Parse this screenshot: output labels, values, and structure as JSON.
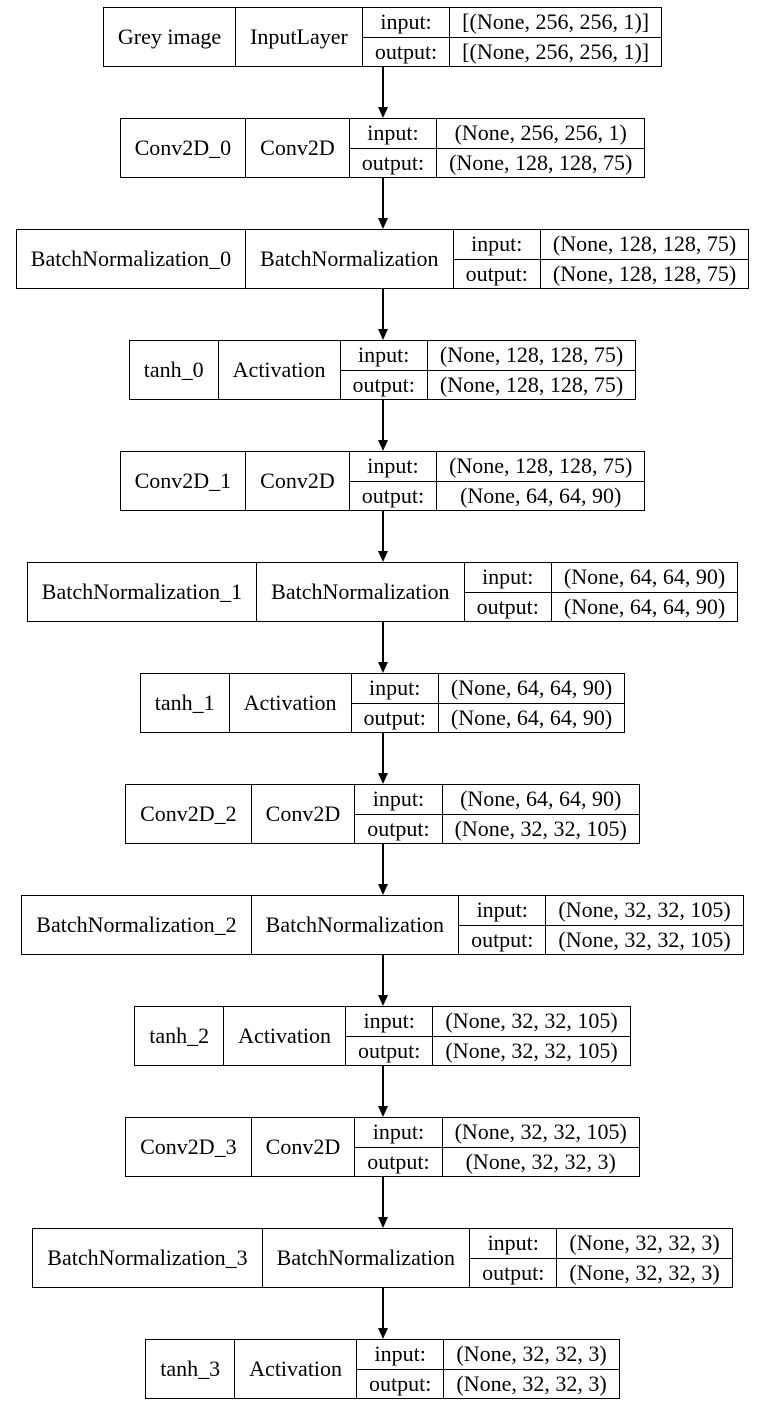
{
  "diagram": {
    "labels": {
      "input": "input:",
      "output": "output:"
    },
    "nodes": [
      {
        "name": "Grey image",
        "type": "InputLayer",
        "input": "[(None, 256, 256, 1)]",
        "output": "[(None, 256, 256, 1)]"
      },
      {
        "name": "Conv2D_0",
        "type": "Conv2D",
        "input": "(None, 256, 256, 1)",
        "output": "(None, 128, 128, 75)"
      },
      {
        "name": "BatchNormalization_0",
        "type": "BatchNormalization",
        "input": "(None, 128, 128, 75)",
        "output": "(None, 128, 128, 75)"
      },
      {
        "name": "tanh_0",
        "type": "Activation",
        "input": "(None, 128, 128, 75)",
        "output": "(None, 128, 128, 75)"
      },
      {
        "name": "Conv2D_1",
        "type": "Conv2D",
        "input": "(None, 128, 128, 75)",
        "output": "(None, 64, 64, 90)"
      },
      {
        "name": "BatchNormalization_1",
        "type": "BatchNormalization",
        "input": "(None, 64, 64, 90)",
        "output": "(None, 64, 64, 90)"
      },
      {
        "name": "tanh_1",
        "type": "Activation",
        "input": "(None, 64, 64, 90)",
        "output": "(None, 64, 64, 90)"
      },
      {
        "name": "Conv2D_2",
        "type": "Conv2D",
        "input": "(None, 64, 64, 90)",
        "output": "(None, 32, 32, 105)"
      },
      {
        "name": "BatchNormalization_2",
        "type": "BatchNormalization",
        "input": "(None, 32, 32, 105)",
        "output": "(None, 32, 32, 105)"
      },
      {
        "name": "tanh_2",
        "type": "Activation",
        "input": "(None, 32, 32, 105)",
        "output": "(None, 32, 32, 105)"
      },
      {
        "name": "Conv2D_3",
        "type": "Conv2D",
        "input": "(None, 32, 32, 105)",
        "output": "(None, 32, 32, 3)"
      },
      {
        "name": "BatchNormalization_3",
        "type": "BatchNormalization",
        "input": "(None, 32, 32, 3)",
        "output": "(None, 32, 32, 3)"
      },
      {
        "name": "tanh_3",
        "type": "Activation",
        "input": "(None, 32, 32, 3)",
        "output": "(None, 32, 32, 3)"
      }
    ]
  }
}
